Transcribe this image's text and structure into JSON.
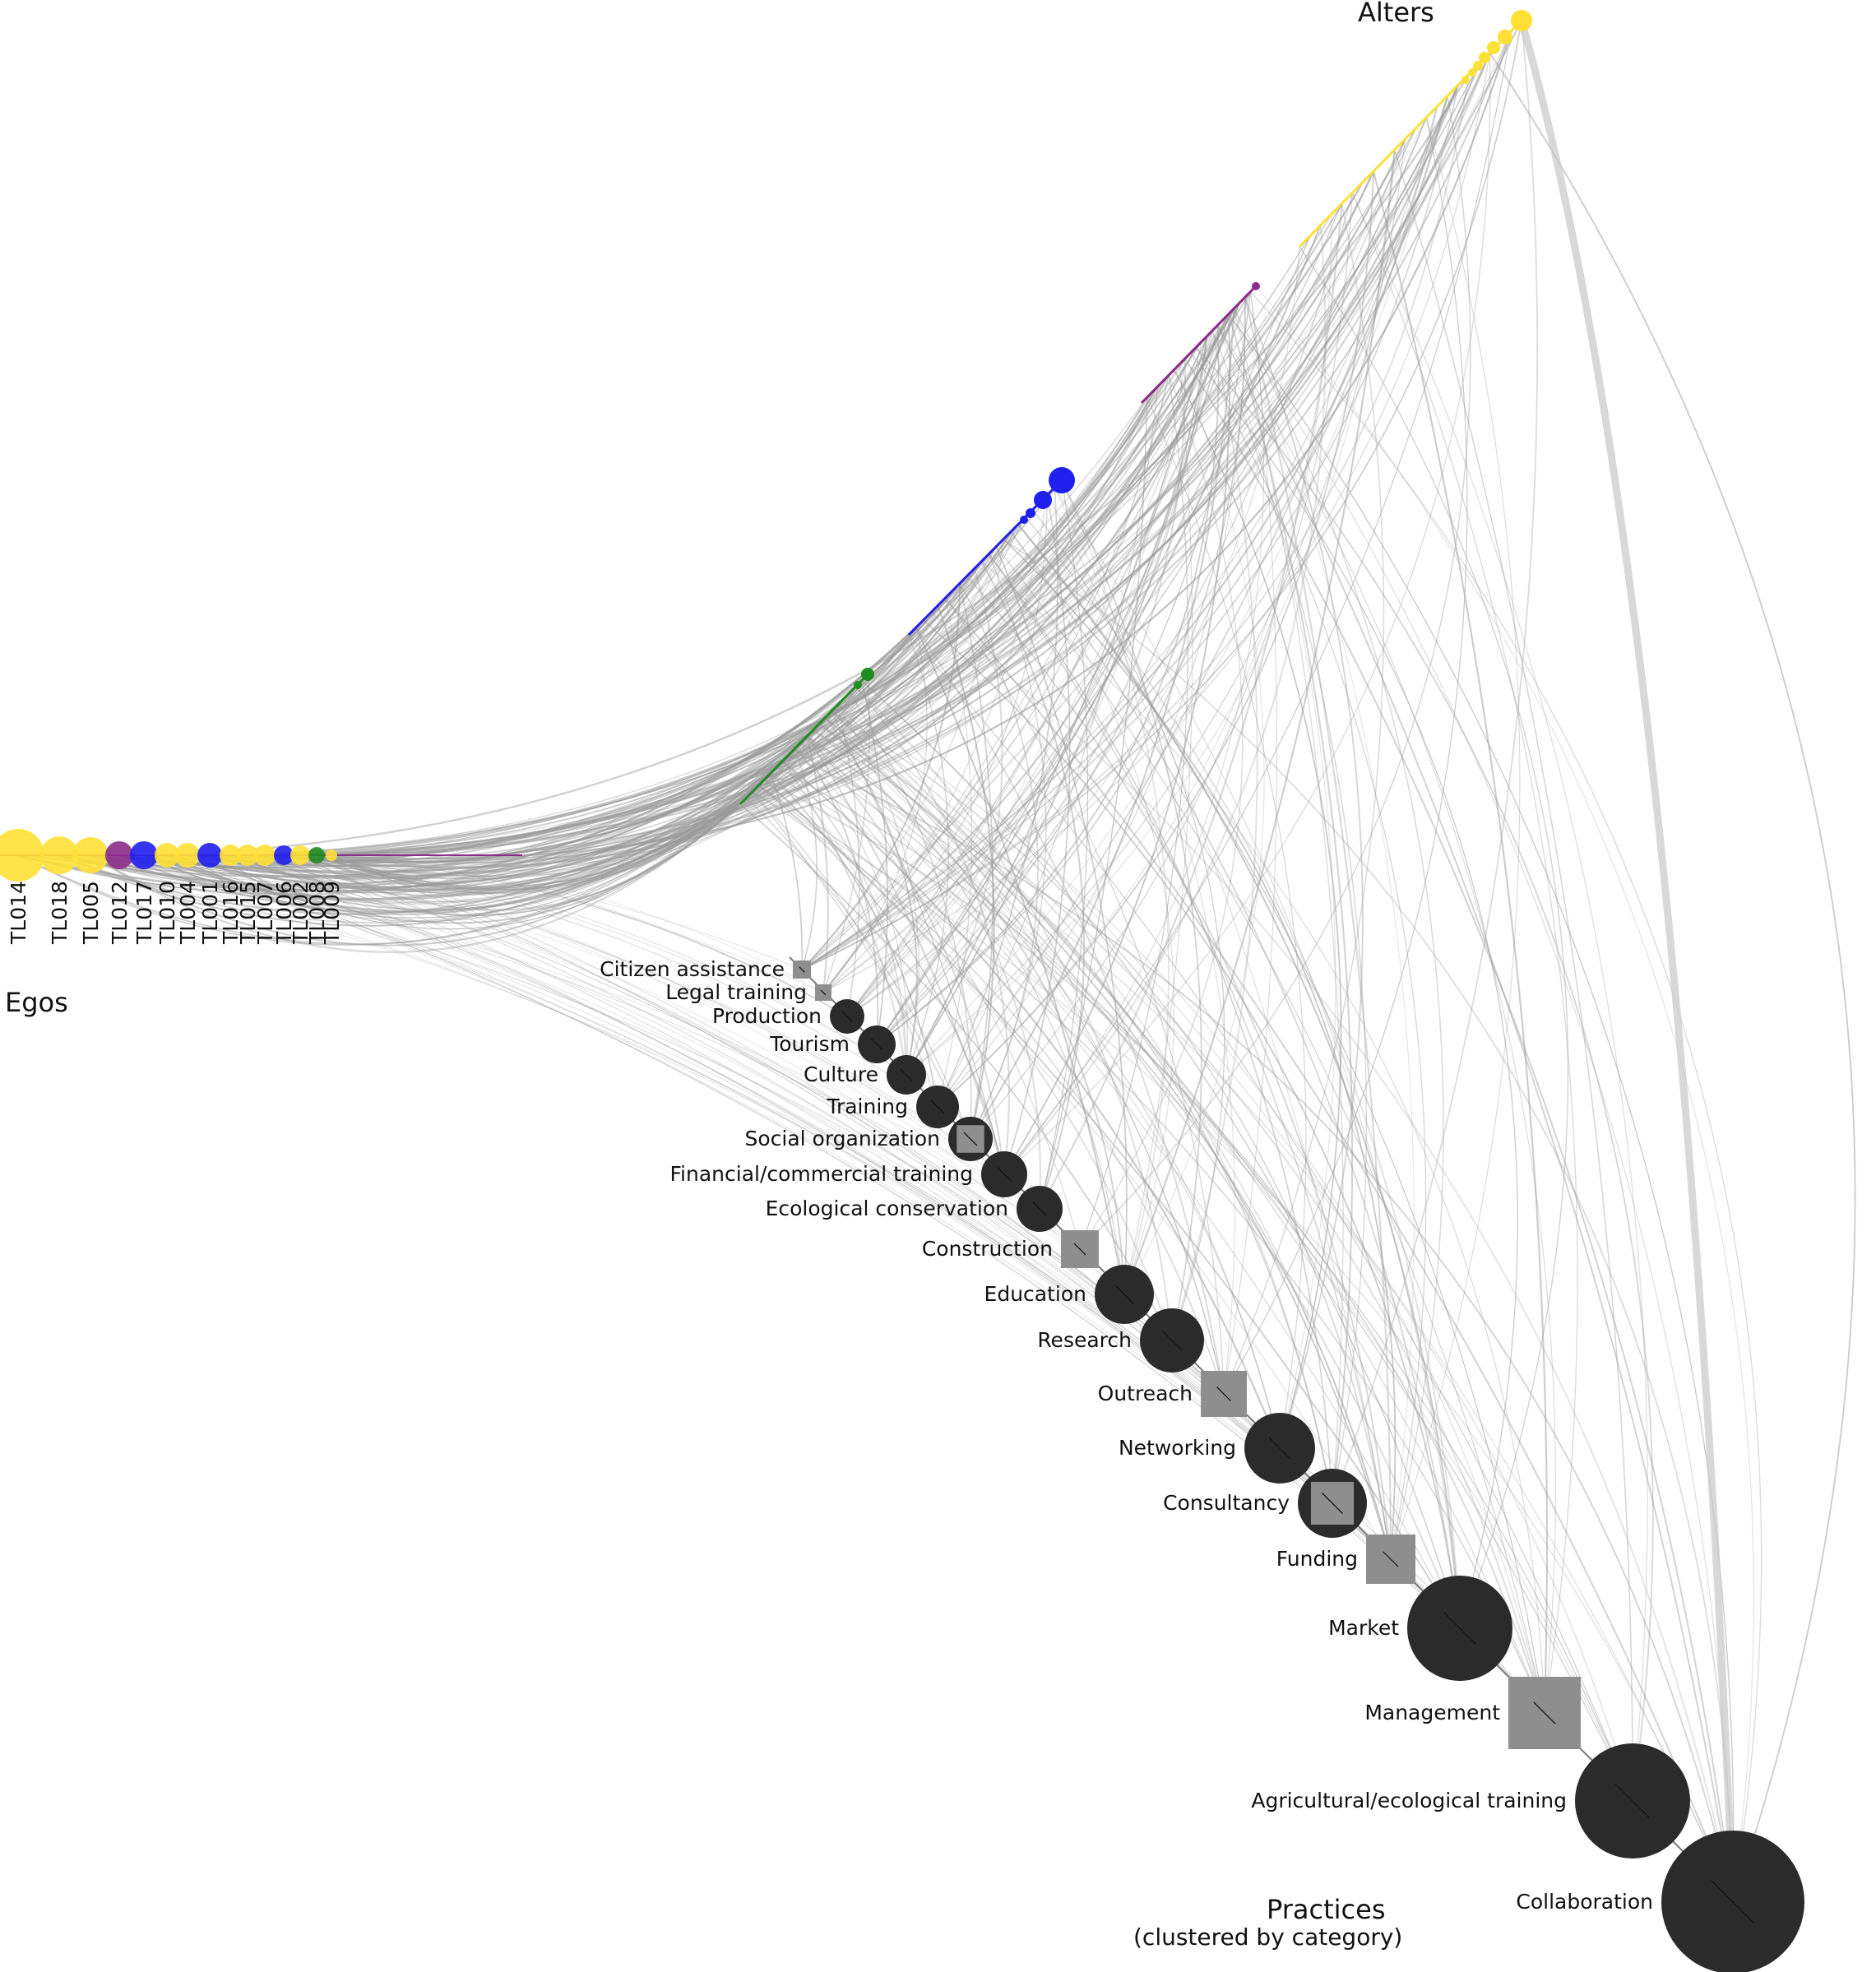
{
  "titles": {
    "alters": "Alters",
    "egos": "Egos",
    "practices": "Practices",
    "practices_sub": "(clustered by category)"
  },
  "colors": {
    "yellow": "#FFE135",
    "purple": "#8B2B8B",
    "blue": "#1F1FF0",
    "green": "#228B22",
    "practice_circle": "#2B2B2B",
    "practice_square": "#8E8E8E",
    "edge": "#9A9A9A"
  },
  "egos": [
    {
      "id": "TL014",
      "color": "yellow"
    },
    {
      "id": "TL018",
      "color": "yellow"
    },
    {
      "id": "TL005",
      "color": "yellow"
    },
    {
      "id": "TL012",
      "color": "purple"
    },
    {
      "id": "TL017",
      "color": "blue"
    },
    {
      "id": "TL010",
      "color": "yellow"
    },
    {
      "id": "TL004",
      "color": "yellow"
    },
    {
      "id": "TL001",
      "color": "blue"
    },
    {
      "id": "TL016",
      "color": "yellow"
    },
    {
      "id": "TL015",
      "color": "yellow"
    },
    {
      "id": "TL007",
      "color": "yellow"
    },
    {
      "id": "TL006",
      "color": "blue"
    },
    {
      "id": "TL002",
      "color": "yellow"
    },
    {
      "id": "TL008",
      "color": "green"
    },
    {
      "id": "TL009",
      "color": "yellow"
    }
  ],
  "alter_groups": [
    "yellow",
    "purple",
    "blue",
    "green"
  ],
  "practices": [
    {
      "label": "Citizen assistance",
      "shape": "square"
    },
    {
      "label": "Legal training",
      "shape": "square"
    },
    {
      "label": "Production",
      "shape": "circle"
    },
    {
      "label": "Tourism",
      "shape": "circle"
    },
    {
      "label": "Culture",
      "shape": "circle"
    },
    {
      "label": "Training",
      "shape": "circle"
    },
    {
      "label": "Social organization",
      "shape": "circle+square"
    },
    {
      "label": "Financial/commercial training",
      "shape": "circle"
    },
    {
      "label": "Ecological conservation",
      "shape": "circle"
    },
    {
      "label": "Construction",
      "shape": "square"
    },
    {
      "label": "Education",
      "shape": "circle"
    },
    {
      "label": "Research",
      "shape": "circle"
    },
    {
      "label": "Outreach",
      "shape": "square"
    },
    {
      "label": "Networking",
      "shape": "circle"
    },
    {
      "label": "Consultancy",
      "shape": "circle+square"
    },
    {
      "label": "Funding",
      "shape": "square"
    },
    {
      "label": "Market",
      "shape": "circle"
    },
    {
      "label": "Management",
      "shape": "square"
    },
    {
      "label": "Agricultural/ecological training",
      "shape": "circle"
    },
    {
      "label": "Collaboration",
      "shape": "circle"
    }
  ]
}
